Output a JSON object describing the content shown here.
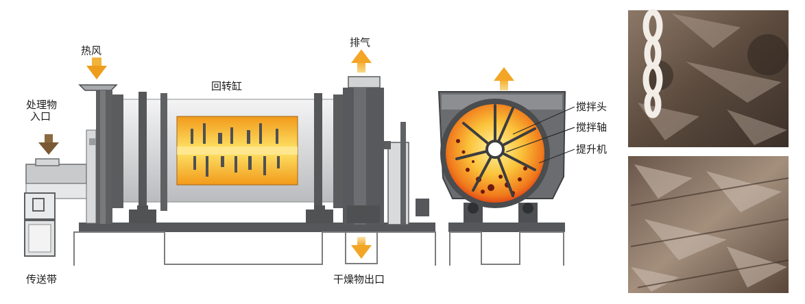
{
  "labels": {
    "hot_air": "热风",
    "feed_inlet_line1": "处理物",
    "feed_inlet_line2": "入口",
    "rotary_drum": "回转缸",
    "exhaust": "排气",
    "stirring_head": "搅拌头",
    "stirring_shaft": "搅拌轴",
    "lifter": "提升机",
    "conveyor_belt": "传送带",
    "dry_outlet": "干燥物出口"
  },
  "colors": {
    "machine_gray": "#5f6163",
    "machine_dark": "#444648",
    "drum_light": "#d8d9db",
    "flame_orange": "#f4a11d",
    "flame_yellow": "#fde26a",
    "flame_red": "#e0321a",
    "arrow_orange": "#f3a526",
    "arrow_brown": "#7a5a34"
  },
  "photos": {
    "top": "drum-interior-chain-photo",
    "bottom": "drum-interior-flakes-photo"
  }
}
